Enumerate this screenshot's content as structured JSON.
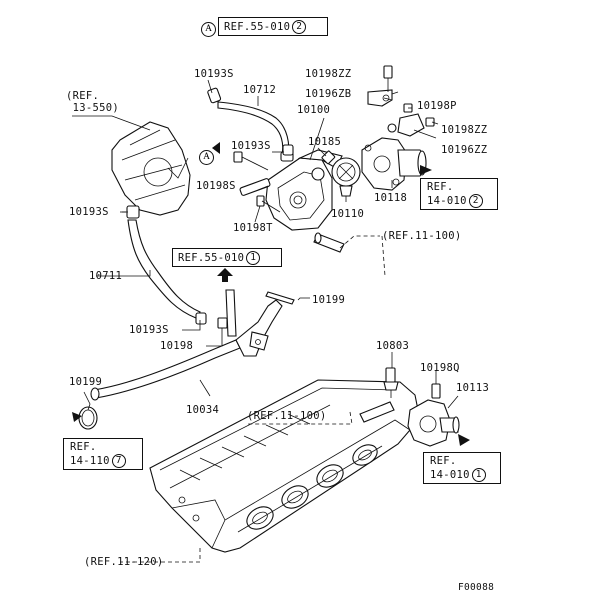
{
  "figure_id": "F00088",
  "refs": {
    "top": {
      "marker": "A",
      "text": "REF.55-010",
      "num": "2"
    },
    "ref_13_550": "(REF.\n 13-550)",
    "ref_55_010_1": {
      "text": "REF.55-010",
      "num": "1"
    },
    "ref_11_100_right": "(REF.11-100)",
    "ref_14_010_2": {
      "line1": "REF.",
      "line2": "14-010",
      "num": "2"
    },
    "ref_14_110_7": {
      "line1": "REF.",
      "line2": "14-110",
      "num": "7"
    },
    "ref_11_100_mid": "(REF.11-100)",
    "ref_14_010_1": {
      "line1": "REF.",
      "line2": "14-010",
      "num": "1"
    },
    "ref_11_120": "(REF.11-120)",
    "marker_a_left": "A"
  },
  "parts": {
    "p10193S_top": "10193S",
    "p10712": "10712",
    "p10198ZZ_top": "10198ZZ",
    "p10196ZB": "10196ZB",
    "p10100": "10100",
    "p10198P": "10198P",
    "p10193S_mid": "10193S",
    "p10185": "10185",
    "p10198ZZ_right": "10198ZZ",
    "p10196ZZ": "10196ZZ",
    "p10198S": "10198S",
    "p10110": "10110",
    "p10118": "10118",
    "p10193S_left": "10193S",
    "p10198T": "10198T",
    "p10711": "10711",
    "p10199_mid": "10199",
    "p10193S_low": "10193S",
    "p10198": "10198",
    "p10803": "10803",
    "p10198Q": "10198Q",
    "p10113": "10113",
    "p10199_left": "10199",
    "p10034": "10034"
  }
}
